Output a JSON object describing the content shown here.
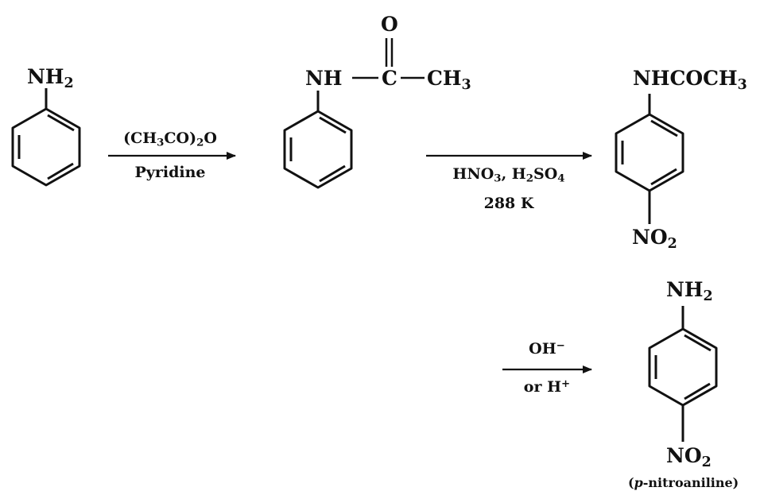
{
  "molecules": {
    "aniline": {
      "substituent": "NH<sub>2</sub>"
    },
    "acetanilide": {
      "oxygen": "O",
      "nh": "NH",
      "carbon": "C",
      "methyl": "CH<sub>3</sub>"
    },
    "p_nitroacetanilide": {
      "top": "NHCOCH<sub>3</sub>",
      "bottom": "NO<sub>2</sub>"
    },
    "p_nitroaniline": {
      "top": "NH<sub>2</sub>",
      "bottom": "NO<sub>2</sub>",
      "name": "(<i>p</i>-nitroaniline)"
    }
  },
  "reactions": {
    "step1": {
      "reagent": "(CH<sub>3</sub>CO)<sub>2</sub>O",
      "condition": "Pyridine"
    },
    "step2": {
      "reagent": "HNO<sub>3</sub>, H<sub>2</sub>SO<sub>4</sub>",
      "condition": "288 K"
    },
    "step3": {
      "reagent": "OH<sup>−</sup>",
      "condition": "or H<sup>+</sup>"
    }
  },
  "colors": {
    "ink": "#111111",
    "background": "#ffffff"
  }
}
